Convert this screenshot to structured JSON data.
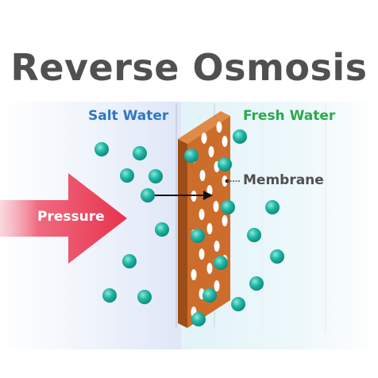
{
  "title": "Reverse Osmosis",
  "labels": {
    "salt_water": "Salt Water",
    "fresh_water": "Fresh Water",
    "membrane": "Membrane",
    "pressure": "Pressure"
  },
  "colors": {
    "title": "#505050",
    "salt_water_label": "#2a78c4",
    "fresh_water_label": "#2aa94e",
    "pressure_arrow": "#ea3c55",
    "membrane": "#c8692b",
    "molecule": "#1fb3a2"
  }
}
